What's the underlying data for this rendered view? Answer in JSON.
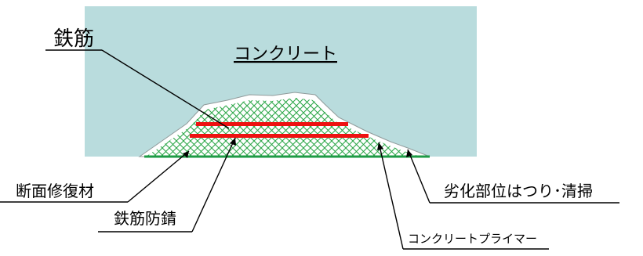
{
  "colors": {
    "concrete": "#b9dcdd",
    "repair_hatch": "#2ea84a",
    "rebar": "#ee1111",
    "primer": "#ffffff",
    "leader": "#000000",
    "base_line": "#1e9b46"
  },
  "labels": {
    "concrete": "コンクリート",
    "rebar": "鉄筋",
    "repair_material": "断面修復材",
    "rebar_rustproof": "鉄筋防錆",
    "chipping_cleaning": "劣化部位はつり･清掃",
    "concrete_primer": "コンクリートプライマー"
  }
}
